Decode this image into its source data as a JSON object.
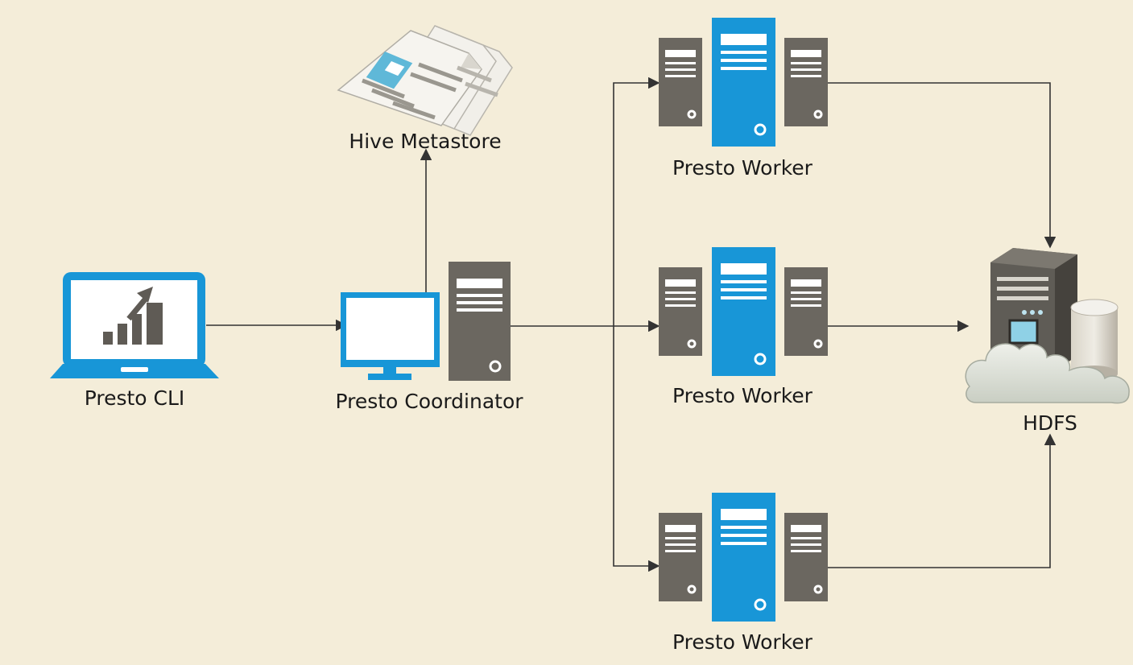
{
  "diagram": {
    "nodes": {
      "cli": {
        "label": "Presto CLI",
        "icon": "laptop-chart-icon"
      },
      "coordinator": {
        "label": "Presto Coordinator",
        "icon": "monitor-server-icon"
      },
      "metastore": {
        "label": "Hive Metastore",
        "icon": "documents-icon"
      },
      "workers": [
        {
          "label": "Presto Worker",
          "icon": "server-rack-icon"
        },
        {
          "label": "Presto Worker",
          "icon": "server-rack-icon"
        },
        {
          "label": "Presto Worker",
          "icon": "server-rack-icon"
        }
      ],
      "hdfs": {
        "label": "HDFS",
        "icon": "cloud-storage-server-icon"
      }
    },
    "edges": [
      {
        "from": "Presto CLI",
        "to": "Presto Coordinator"
      },
      {
        "from": "Presto Coordinator",
        "to": "Hive Metastore"
      },
      {
        "from": "Presto Coordinator",
        "to": "Presto Worker 1"
      },
      {
        "from": "Presto Coordinator",
        "to": "Presto Worker 2"
      },
      {
        "from": "Presto Coordinator",
        "to": "Presto Worker 3"
      },
      {
        "from": "Presto Worker 1",
        "to": "HDFS"
      },
      {
        "from": "Presto Worker 2",
        "to": "HDFS"
      },
      {
        "from": "Presto Worker 3",
        "to": "HDFS"
      }
    ],
    "colors": {
      "background": "#f4edd9",
      "accent_blue": "#1896d7",
      "server_gray": "#6b6760",
      "edge": "#333333"
    }
  }
}
